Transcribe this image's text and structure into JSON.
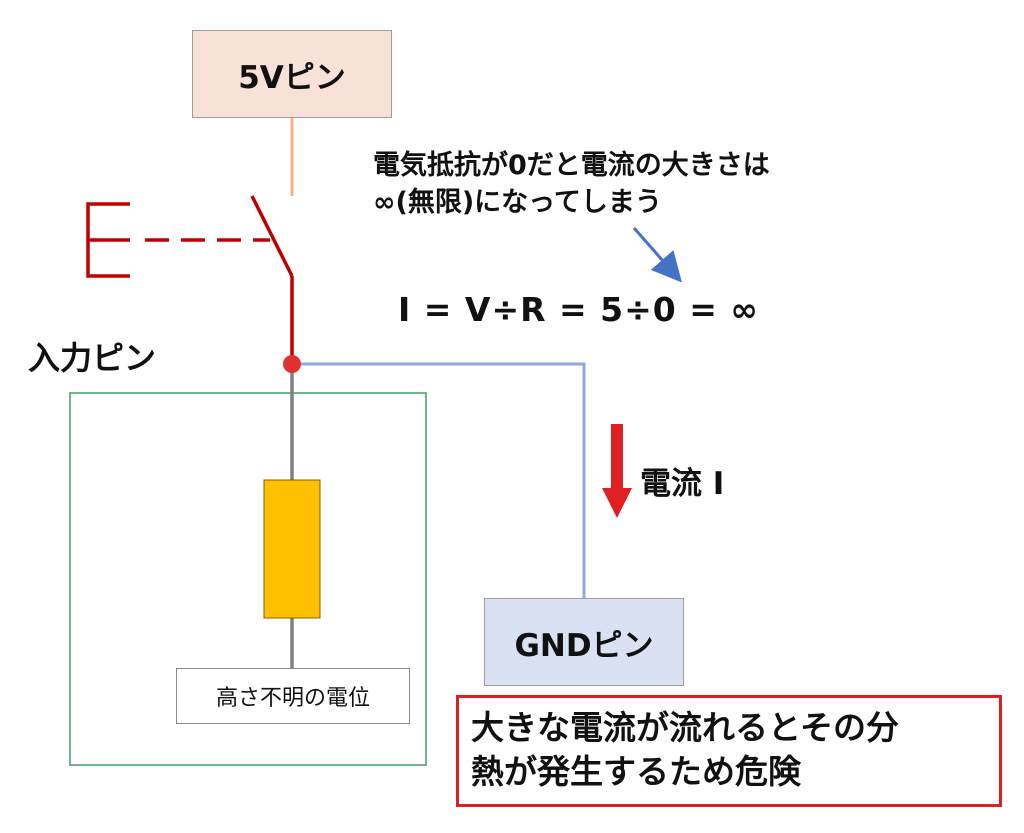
{
  "five_volt_pin": {
    "label": "5Vピン"
  },
  "gnd_pin": {
    "label": "GNDピン"
  },
  "input_pin": {
    "label": "入力ピン"
  },
  "unknown_potential": {
    "label": "高さ不明の電位"
  },
  "note": {
    "line1": "電気抵抗が0だと電流の大きさは",
    "line2": "∞(無限)になってしまう"
  },
  "formula": {
    "text": "I = V÷R = 5÷0 = ∞"
  },
  "current": {
    "label": "電流 I"
  },
  "warning": {
    "line1": "大きな電流が流れるとその分",
    "line2": "熱が発生するため危険"
  },
  "colors": {
    "switch_wire": "#c00000",
    "supply_wire": "#f4b183",
    "gnd_wire": "#8faadc",
    "resistor": "#ffc000",
    "node": "#e03030",
    "internal_wire": "#808080",
    "input_box_border": "#3ca060",
    "current_arrow": "#e02020",
    "note_arrow": "#4472c4",
    "warning_border": "#e02020"
  }
}
